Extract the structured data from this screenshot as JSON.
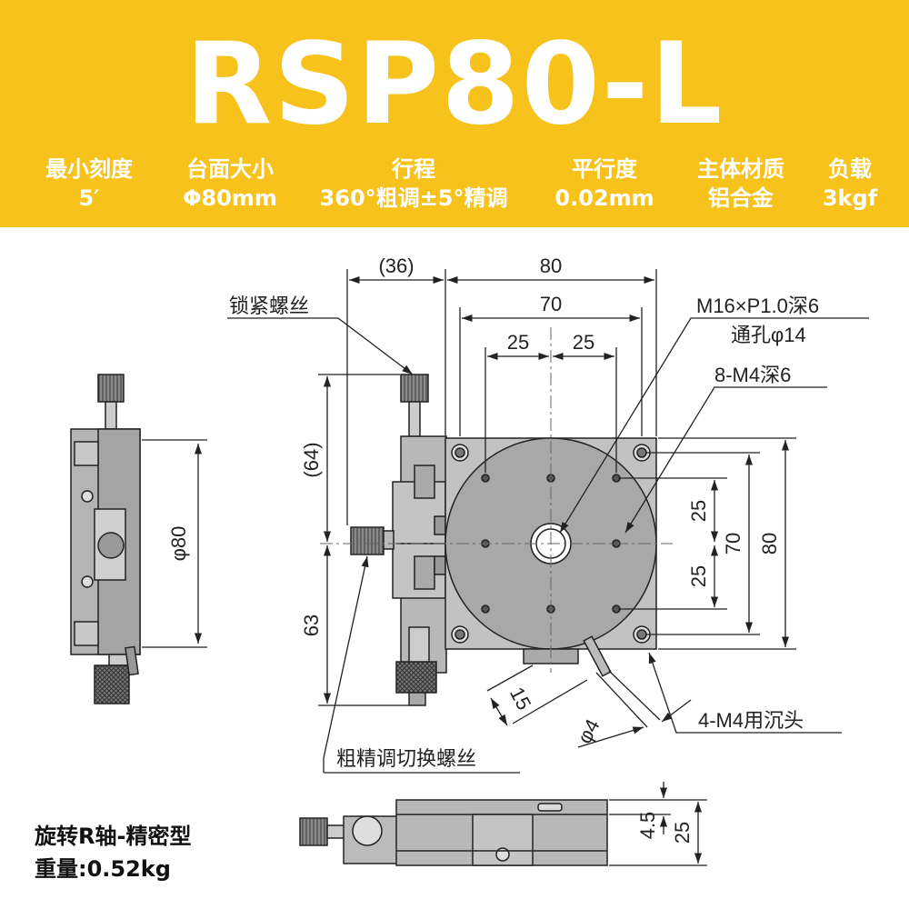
{
  "title": "RSP80-L",
  "specs": [
    {
      "label": "最小刻度",
      "value": "5′"
    },
    {
      "label": "台面大小",
      "value": "Φ80mm"
    },
    {
      "label": "行程",
      "value": "360°粗调±5°精调"
    },
    {
      "label": "平行度",
      "value": "0.02mm"
    },
    {
      "label": "主体材质",
      "value": "铝合金"
    },
    {
      "label": "负载",
      "value": "3kgf"
    }
  ],
  "dimensions": {
    "d36": "(36)",
    "d80": "80",
    "d70": "70",
    "d25a": "25",
    "d25b": "25",
    "d64": "(64)",
    "d63": "63",
    "dv25a": "25",
    "dv25b": "25",
    "dv70": "70",
    "dv80": "80",
    "d15": "15",
    "d4": "φ4",
    "dphi80": "φ80",
    "d45": "4.5",
    "d25h": "25"
  },
  "callouts": {
    "lock_screw": "锁紧螺丝",
    "center_hole_1": "M16×P1.0深6",
    "center_hole_2": "通孔φ14",
    "m4_holes": "8-M4深6",
    "counterbore": "4-M4用沉头",
    "switch_screw": "粗精调切换螺丝"
  },
  "footer": {
    "line1": "旋转R轴-精密型",
    "line2": "重量:0.52kg"
  },
  "colors": {
    "header_bg": "#f8c21c",
    "body_gray": "#b4b4b4",
    "stage_gray": "#a8a8a8"
  }
}
